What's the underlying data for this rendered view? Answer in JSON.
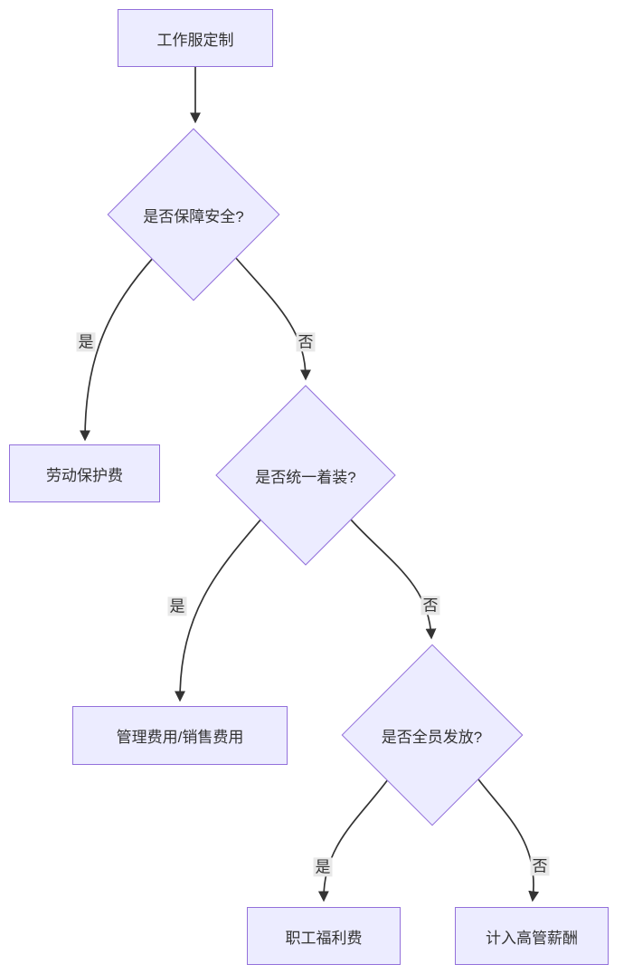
{
  "nodes": {
    "start": {
      "label": "工作服定制"
    },
    "d1": {
      "label": "是否保障安全?"
    },
    "labor": {
      "label": "劳动保护费"
    },
    "d2": {
      "label": "是否统一着装?"
    },
    "mgmt": {
      "label": "管理费用/销售费用"
    },
    "d3": {
      "label": "是否全员发放?"
    },
    "welfare": {
      "label": "职工福利费"
    },
    "exec": {
      "label": "计入高管薪酬"
    }
  },
  "edge_labels": {
    "yes1": "是",
    "no1": "否",
    "yes2": "是",
    "no2": "否",
    "yes3": "是",
    "no3": "否"
  },
  "colors": {
    "node_fill": "#ECECFF",
    "node_border": "#9370DB",
    "edge_stroke": "#333333",
    "text": "#333333",
    "edge_label_bg": "#E8E8E8",
    "background": "#FFFFFF"
  }
}
